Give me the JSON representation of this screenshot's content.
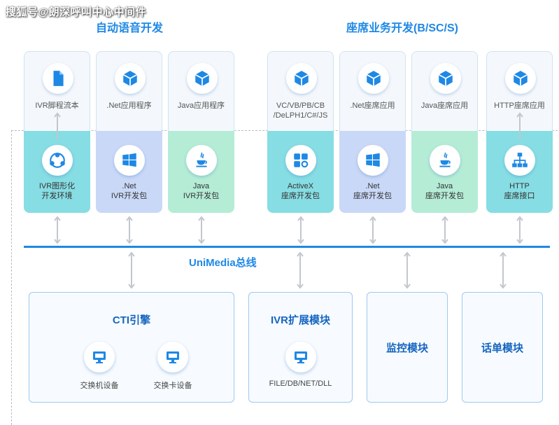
{
  "watermark": "搜狐号@朗深呼叫中心中间件",
  "groups": {
    "left_title": "自动语音开发",
    "right_title": "座席业务开发(B/SC/S)"
  },
  "top_cards": [
    {
      "label": "IVR脚程流本",
      "icon": "document-icon"
    },
    {
      "label": ".Net应用程序",
      "icon": "cube-icon"
    },
    {
      "label": "Java应用程序",
      "icon": "cube-icon"
    },
    {
      "label": "VC/VB/PB/CB\n/DeLPH1/C#/JS",
      "icon": "cube-icon"
    },
    {
      "label": ".Net座席应用",
      "icon": "cube-icon"
    },
    {
      "label": "Java座席应用",
      "icon": "cube-icon"
    },
    {
      "label": "HTTP座席应用",
      "icon": "cube-icon"
    }
  ],
  "sdk_cards": [
    {
      "label": "IVR图形化\n开发环境",
      "icon": "network-icon",
      "color": "#86dde3"
    },
    {
      "label": ".Net\nIVR开发包",
      "icon": "windows-icon",
      "color": "#c9d8f7"
    },
    {
      "label": "Java\nIVR开发包",
      "icon": "java-icon",
      "color": "#b4ecd6"
    },
    {
      "label": "ActiveX\n座席开发包",
      "icon": "activex-icon",
      "color": "#86dde3"
    },
    {
      "label": ".Net\n座席开发包",
      "icon": "windows-icon",
      "color": "#c9d8f7"
    },
    {
      "label": "Java\n座席开发包",
      "icon": "java-icon",
      "color": "#b4ecd6"
    },
    {
      "label": "HTTP\n座席接口",
      "icon": "sitemap-icon",
      "color": "#86dde3"
    }
  ],
  "bus": {
    "label": "UniMedia总线"
  },
  "modules": {
    "cti": {
      "title": "CTI引擎",
      "items": [
        {
          "label": "交换机设备",
          "icon": "monitor-icon"
        },
        {
          "label": "交换卡设备",
          "icon": "monitor-icon"
        }
      ]
    },
    "ivr": {
      "title": "IVR扩展模块",
      "items": [
        {
          "label": "FILE/DB/NET/DLL",
          "icon": "monitor-icon"
        }
      ]
    },
    "monitor": {
      "title": "监控模块"
    },
    "cdr": {
      "title": "话单模块"
    }
  },
  "colors": {
    "accent": "#1e88e5",
    "icon_blue": "#1e88e5"
  }
}
